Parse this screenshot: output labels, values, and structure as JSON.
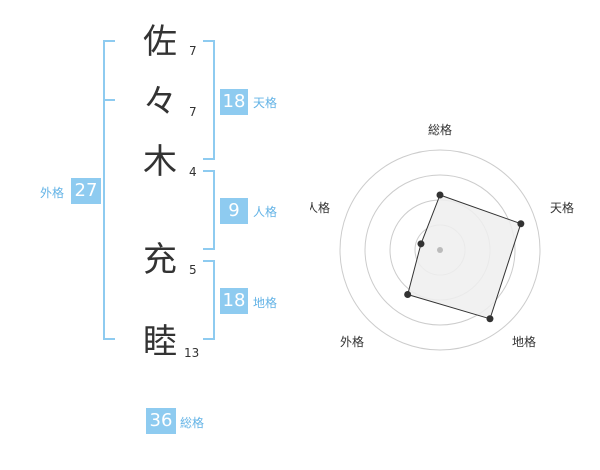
{
  "name_chars": [
    {
      "char": "佐",
      "strokes": "7"
    },
    {
      "char": "々",
      "strokes": "7"
    },
    {
      "char": "木",
      "strokes": "4"
    },
    {
      "char": "充",
      "strokes": "5"
    },
    {
      "char": "睦",
      "strokes": "13"
    }
  ],
  "kaku": {
    "tenkaku": {
      "value": "18",
      "label": "天格"
    },
    "jinkaku": {
      "value": "9",
      "label": "人格"
    },
    "chikaku": {
      "value": "18",
      "label": "地格"
    },
    "gaikaku": {
      "value": "27",
      "label": "外格"
    },
    "soukaku": {
      "value": "36",
      "label": "総格"
    }
  },
  "colors": {
    "accent": "#8ecbf0",
    "label": "#63b3e6",
    "text": "#333333",
    "ring": "#cccccc",
    "fill": "#eeeeee"
  },
  "chart_data": {
    "type": "radar",
    "axes": [
      "総格",
      "天格",
      "地格",
      "外格",
      "人格"
    ],
    "values": [
      0.55,
      0.85,
      0.85,
      0.55,
      0.2
    ],
    "rmax": 1,
    "rings": 4
  }
}
